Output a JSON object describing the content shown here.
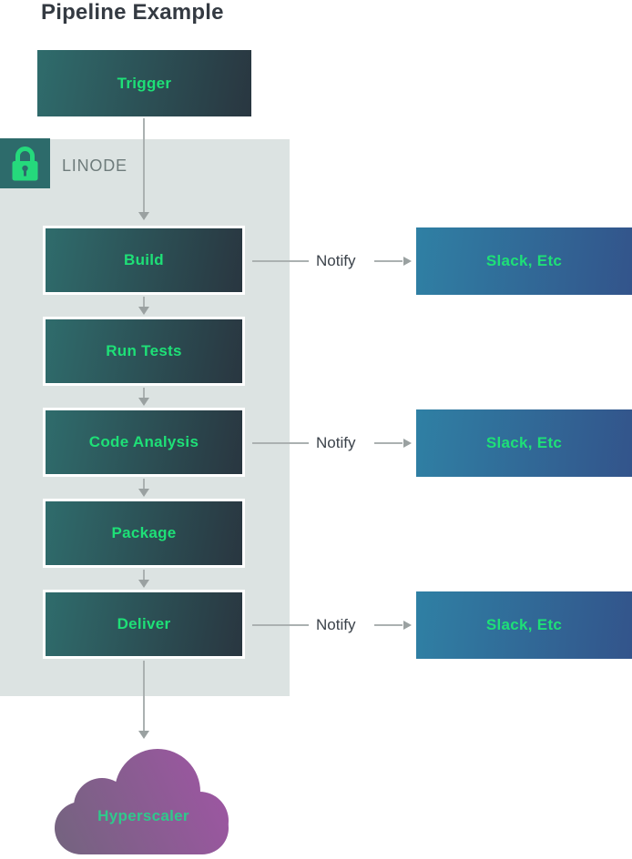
{
  "title": "Pipeline Example",
  "trigger": {
    "label": "Trigger"
  },
  "linode": {
    "label": "LINODE",
    "icon": "lock-icon"
  },
  "pipeline": {
    "steps": [
      {
        "label": "Build"
      },
      {
        "label": "Run Tests"
      },
      {
        "label": "Code Analysis"
      },
      {
        "label": "Package"
      },
      {
        "label": "Deliver"
      }
    ]
  },
  "notifications": [
    {
      "source": "Build",
      "label": "Notify",
      "target": "Slack, Etc"
    },
    {
      "source": "Code Analysis",
      "label": "Notify",
      "target": "Slack, Etc"
    },
    {
      "source": "Deliver",
      "label": "Notify",
      "target": "Slack, Etc"
    }
  ],
  "cloud": {
    "label": "Hyperscaler"
  },
  "colors": {
    "accent_green": "#1ee077",
    "title_text": "#343a42",
    "step_gradient_start": "#2f6c6c",
    "step_gradient_end": "#293640",
    "target_gradient_start": "#2f80a4",
    "target_gradient_end": "#33548b",
    "container_bg": "#dce3e2",
    "lock_badge_bg": "#2d6b6b",
    "linode_text": "#6e7b7b",
    "arrow_gray": "#abb1b1",
    "cloud_gradient_start": "#756380",
    "cloud_gradient_end": "#9d56a2",
    "cloud_text": "#2fc98c"
  }
}
